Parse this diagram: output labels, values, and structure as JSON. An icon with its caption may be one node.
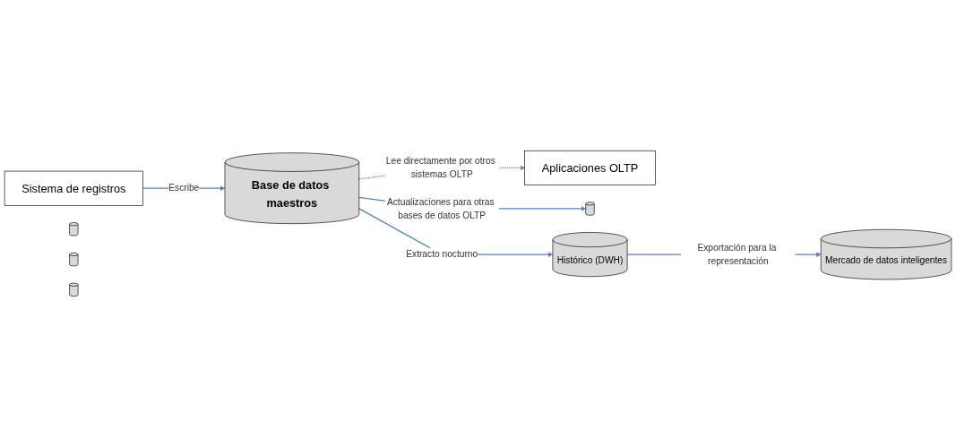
{
  "diagram": {
    "nodes": [
      {
        "text": [
          "Sistema de registros"
        ]
      },
      {
        "text": [
          "Base de datos maestros"
        ]
      },
      {
        "text": [
          "Aplicaciones OLTP"
        ]
      },
      {
        "text": [],
        "shape": "cylinder"
      },
      {
        "text": [],
        "shape": "cylinder"
      },
      {
        "text": [],
        "shape": "cylinder"
      },
      {
        "text": [],
        "shape": "cylinder"
      },
      {
        "text": [
          "Histórico (DWH)"
        ]
      },
      {
        "text": [
          "Mercado de datos inteligentes"
        ]
      }
    ],
    "edges": [
      {
        "from": 0,
        "to": 1,
        "arrow": "to",
        "label": "Escribe"
      },
      {
        "from": 1,
        "to": 2,
        "arrow": "to",
        "label": "Lee directamente por otros sistemas OLTP",
        "style": "dashed"
      },
      {
        "from": 1,
        "to": 6,
        "arrow": "to",
        "label": "Actualizaciones para otras bases de datos OLTP"
      },
      {
        "from": 1,
        "to": 7,
        "arrow": "to",
        "label": "Extracto nocturno"
      },
      {
        "from": 7,
        "to": 8,
        "arrow": "to",
        "label": "Exportación para la representación"
      }
    ]
  }
}
